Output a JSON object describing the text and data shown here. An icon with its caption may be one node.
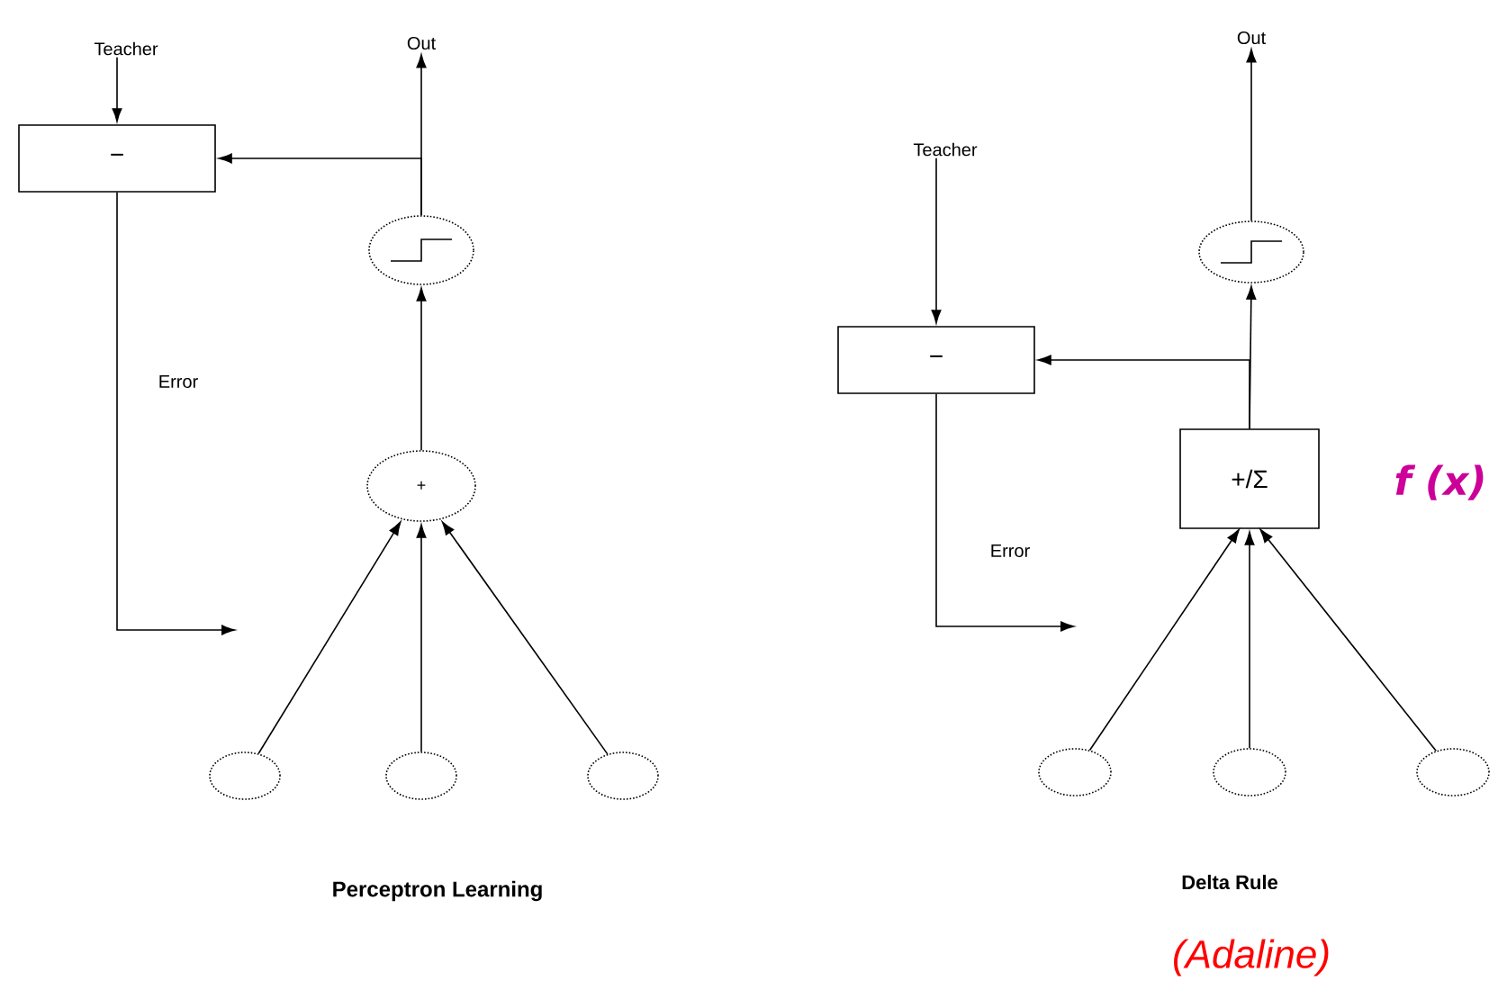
{
  "diagram": {
    "nodes": [
      {
        "text": [
          "Teacher"
        ]
      },
      {
        "text": [
          "Out"
        ]
      },
      {
        "text": [
          "−"
        ]
      },
      {
        "text": [],
        "shape": "circle"
      },
      {
        "text": [
          "+"
        ]
      },
      {
        "text": [],
        "shape": "circle"
      },
      {
        "text": [],
        "shape": "circle"
      },
      {
        "text": [],
        "shape": "circle"
      },
      {
        "text": [
          "Teacher"
        ]
      },
      {
        "text": [
          "Out"
        ]
      },
      {
        "text": [
          "−"
        ]
      },
      {
        "text": [],
        "shape": "circle"
      },
      {
        "text": [
          "+/Σ"
        ],
        "beside": [
          "f (x)"
        ]
      },
      {
        "text": [],
        "shape": "circle"
      },
      {
        "text": [],
        "shape": "circle"
      },
      {
        "text": [],
        "shape": "circle"
      }
    ],
    "edges": [
      {
        "from": 0,
        "to": 2,
        "arrow": "to"
      },
      {
        "from": 3,
        "to": 1,
        "arrow": "to"
      },
      {
        "from": 3,
        "to": 2,
        "arrow": "to"
      },
      {
        "from": 4,
        "to": 3,
        "arrow": "to"
      },
      {
        "from": 2,
        "to": null,
        "arrow": "to",
        "label": "Error"
      },
      {
        "from": 5,
        "to": 4,
        "arrow": "to"
      },
      {
        "from": 6,
        "to": 4,
        "arrow": "to"
      },
      {
        "from": 7,
        "to": 4,
        "arrow": "to"
      },
      {
        "from": 8,
        "to": 10,
        "arrow": "to"
      },
      {
        "from": 11,
        "to": 9,
        "arrow": "to"
      },
      {
        "from": 12,
        "to": 11,
        "arrow": "to"
      },
      {
        "from": 12,
        "to": 10,
        "arrow": "to"
      },
      {
        "from": 10,
        "to": null,
        "arrow": "to",
        "label": "Error"
      },
      {
        "from": 13,
        "to": 12,
        "arrow": "to"
      },
      {
        "from": 14,
        "to": 12,
        "arrow": "to"
      },
      {
        "from": 15,
        "to": 12,
        "arrow": "to"
      }
    ],
    "labels": [
      "Perceptron Learning",
      "Delta Rule",
      "(Adaline)"
    ]
  }
}
